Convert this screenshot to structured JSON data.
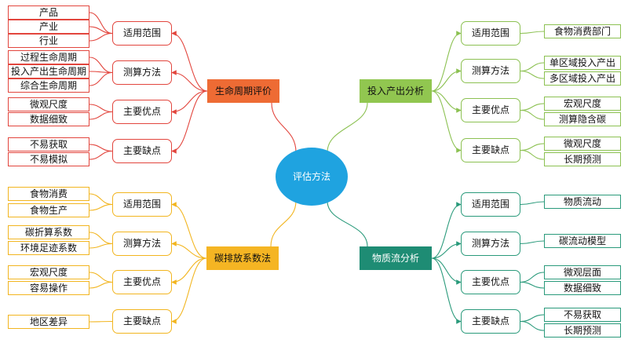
{
  "center": {
    "label": "评估方法"
  },
  "branches": [
    {
      "name": "lifecycle",
      "label": "生命周期评价",
      "color": "#ee6b34",
      "line_color": "#e2453d",
      "categories": [
        {
          "label": "适用范围",
          "leaves": [
            "产品",
            "产业",
            "行业"
          ]
        },
        {
          "label": "测算方法",
          "leaves": [
            "过程生命周期",
            "投入产出生命周期",
            "综合生命周期"
          ]
        },
        {
          "label": "主要优点",
          "leaves": [
            "微观尺度",
            "数据细致"
          ]
        },
        {
          "label": "主要缺点",
          "leaves": [
            "不易获取",
            "不易模拟"
          ]
        }
      ]
    },
    {
      "name": "io",
      "label": "投入产出分析",
      "color": "#91c650",
      "line_color": "#8cc152",
      "categories": [
        {
          "label": "适用范围",
          "leaves": [
            "食物消费部门"
          ]
        },
        {
          "label": "测算方法",
          "leaves": [
            "单区域投入产出",
            "多区域投入产出"
          ]
        },
        {
          "label": "主要优点",
          "leaves": [
            "宏观尺度",
            "测算隐含碳"
          ]
        },
        {
          "label": "主要缺点",
          "leaves": [
            "微观尺度",
            "长期预测"
          ]
        }
      ]
    },
    {
      "name": "emission",
      "label": "碳排放系数法",
      "color": "#f5b523",
      "line_color": "#f2b51f",
      "categories": [
        {
          "label": "适用范围",
          "leaves": [
            "食物消费",
            "食物生产"
          ]
        },
        {
          "label": "测算方法",
          "leaves": [
            "碳折算系数",
            "环境足迹系数"
          ]
        },
        {
          "label": "主要优点",
          "leaves": [
            "宏观尺度",
            "容易操作"
          ]
        },
        {
          "label": "主要缺点",
          "leaves": [
            "地区差异"
          ]
        }
      ]
    },
    {
      "name": "mfa",
      "label": "物质流分析",
      "color": "#1e8c74",
      "line_color": "#2a9a7b",
      "categories": [
        {
          "label": "适用范围",
          "leaves": [
            "物质流动"
          ]
        },
        {
          "label": "测算方法",
          "leaves": [
            "碳流动模型"
          ]
        },
        {
          "label": "主要优点",
          "leaves": [
            "微观层面",
            "数据细致"
          ]
        },
        {
          "label": "主要缺点",
          "leaves": [
            "不易获取",
            "长期预测"
          ]
        }
      ]
    }
  ]
}
